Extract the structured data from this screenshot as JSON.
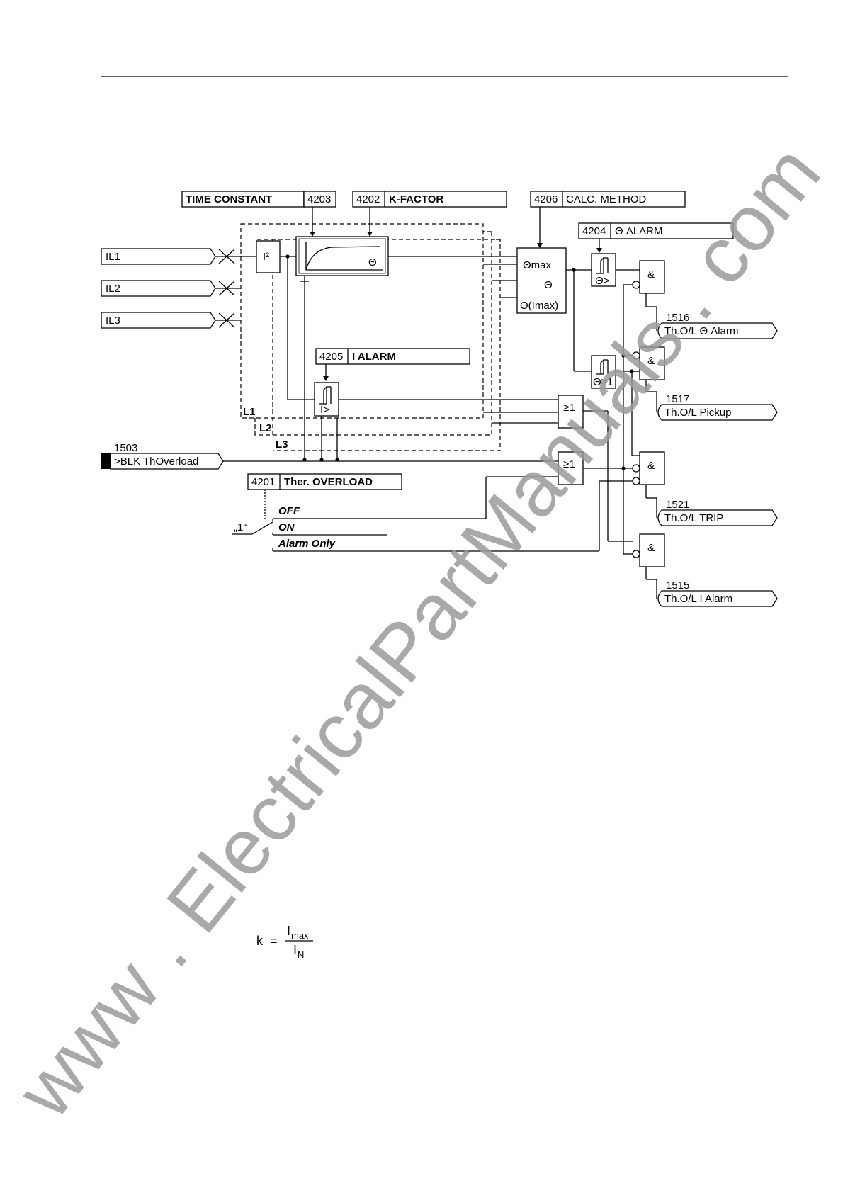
{
  "params": {
    "time_constant": {
      "label": "TIME CONSTANT",
      "addr": "4203"
    },
    "k_factor": {
      "addr": "4202",
      "label": "K-FACTOR"
    },
    "calc_method": {
      "addr": "4206",
      "label": "CALC. METHOD"
    },
    "theta_alarm": {
      "addr": "4204",
      "label": "Θ ALARM"
    },
    "i_alarm": {
      "addr": "4205",
      "label": "I ALARM"
    },
    "ther_overload": {
      "addr": "4201",
      "label": "Ther. OVERLOAD"
    }
  },
  "inputs": [
    "IL1",
    "IL2",
    "IL3"
  ],
  "blocks": {
    "square": "I²",
    "theta": "Θ",
    "theta_max": "Θmax",
    "theta_mid": "Θ",
    "theta_imax": "Θ(Imax)",
    "theta_gt": "Θ>",
    "theta_ge1": "Θ≥1",
    "i_gt": "I>",
    "or1": "≥1",
    "or2": "≥1",
    "and": "&"
  },
  "phases": [
    "L1",
    "L2",
    "L3"
  ],
  "block_input": {
    "number": "1503",
    "label": ">BLK ThOverload"
  },
  "switch": {
    "value": "„1“",
    "options": [
      "OFF",
      "ON",
      "Alarm Only"
    ]
  },
  "outputs": [
    {
      "number": "1516",
      "label": "Th.O/L Θ Alarm"
    },
    {
      "number": "1517",
      "label": "Th.O/L Pickup"
    },
    {
      "number": "1521",
      "label": "Th.O/L TRIP"
    },
    {
      "number": "1515",
      "label": "Th.O/L I Alarm"
    }
  ],
  "equation": {
    "lhs": "k",
    "eq": "=",
    "num": "I",
    "num_sub": "max",
    "den": "I",
    "den_sub": "N"
  },
  "watermark": "www . ElectricalPartManuals . com"
}
